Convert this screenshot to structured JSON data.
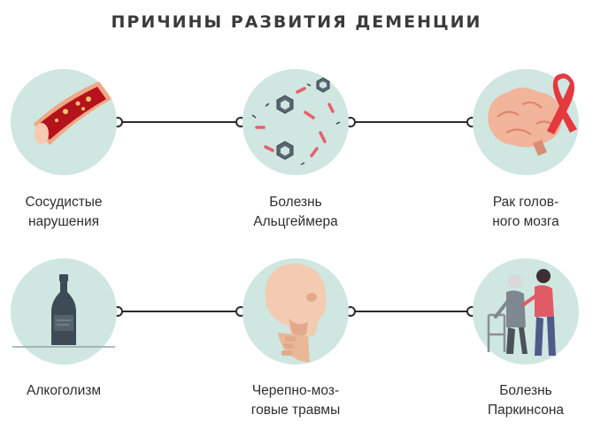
{
  "title": "ПРИЧИНЫ РАЗВИТИЯ ДЕМЕНЦИИ",
  "colors": {
    "circle": "#cfe6e1",
    "connector": "#2b2b2b",
    "accent_red": "#d8373d",
    "skin": "#f1c8a8"
  },
  "causes": [
    {
      "line1": "Сосудистые",
      "line2": "нарушения",
      "icon": "blood-vessel-icon"
    },
    {
      "line1": "Болезнь",
      "line2": "Альцгеймера",
      "icon": "virus-bacteria-icon"
    },
    {
      "line1": "Рак голов-",
      "line2": "ного мозга",
      "icon": "brain-ribbon-icon"
    },
    {
      "line1": "Алкоголизм",
      "line2": "",
      "icon": "bottle-icon"
    },
    {
      "line1": "Черепно-моз-",
      "line2": "говые травмы",
      "icon": "skull-injury-icon"
    },
    {
      "line1": "Болезнь",
      "line2": "Паркинсона",
      "icon": "elderly-care-icon"
    }
  ]
}
